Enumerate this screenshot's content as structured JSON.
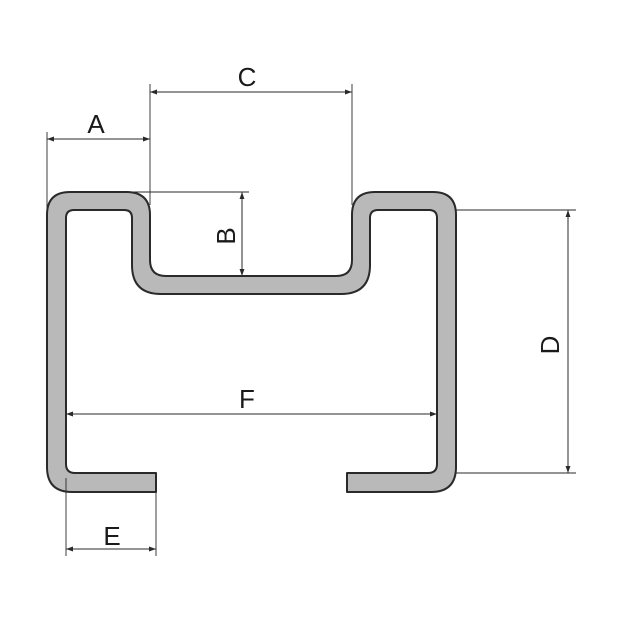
{
  "colors": {
    "profile_fill": "#b9b9b9",
    "outline": "#2a2a2a",
    "background": "#ffffff"
  },
  "labels": {
    "a": "A",
    "b": "B",
    "c": "C",
    "d": "D",
    "e": "E",
    "f": "F"
  }
}
